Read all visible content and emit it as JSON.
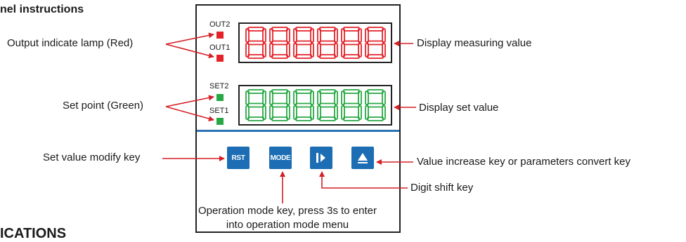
{
  "heading_top": "nel instructions",
  "heading_bottom": "ICATIONS",
  "labels": {
    "output_lamp": "Output indicate lamp (Red)",
    "display_measuring": "Display measuring value",
    "set_point": "Set point (Green)",
    "display_set": "Display set value",
    "set_modify_key": "Set value modify key",
    "value_increase_key": "Value increase key or parameters convert key",
    "digit_shift_key": "Digit shift key",
    "mode_key_line1": "Operation mode key, press 3s to enter",
    "mode_key_line2": "into operation mode menu"
  },
  "indicators": {
    "out2": "OUT2",
    "out1": "OUT1",
    "set2": "SET2",
    "set1": "SET1"
  },
  "displays": {
    "measuring_value": "888888",
    "set_value": "888888"
  },
  "keys": {
    "rst": "RST",
    "mode": "MODE",
    "shift_icon": "digit-shift-icon",
    "up_icon": "up-triangle-icon"
  },
  "colors": {
    "red": "#e3222a",
    "green": "#27a844",
    "blue": "#1c6db3",
    "arrow": "#d42027"
  }
}
